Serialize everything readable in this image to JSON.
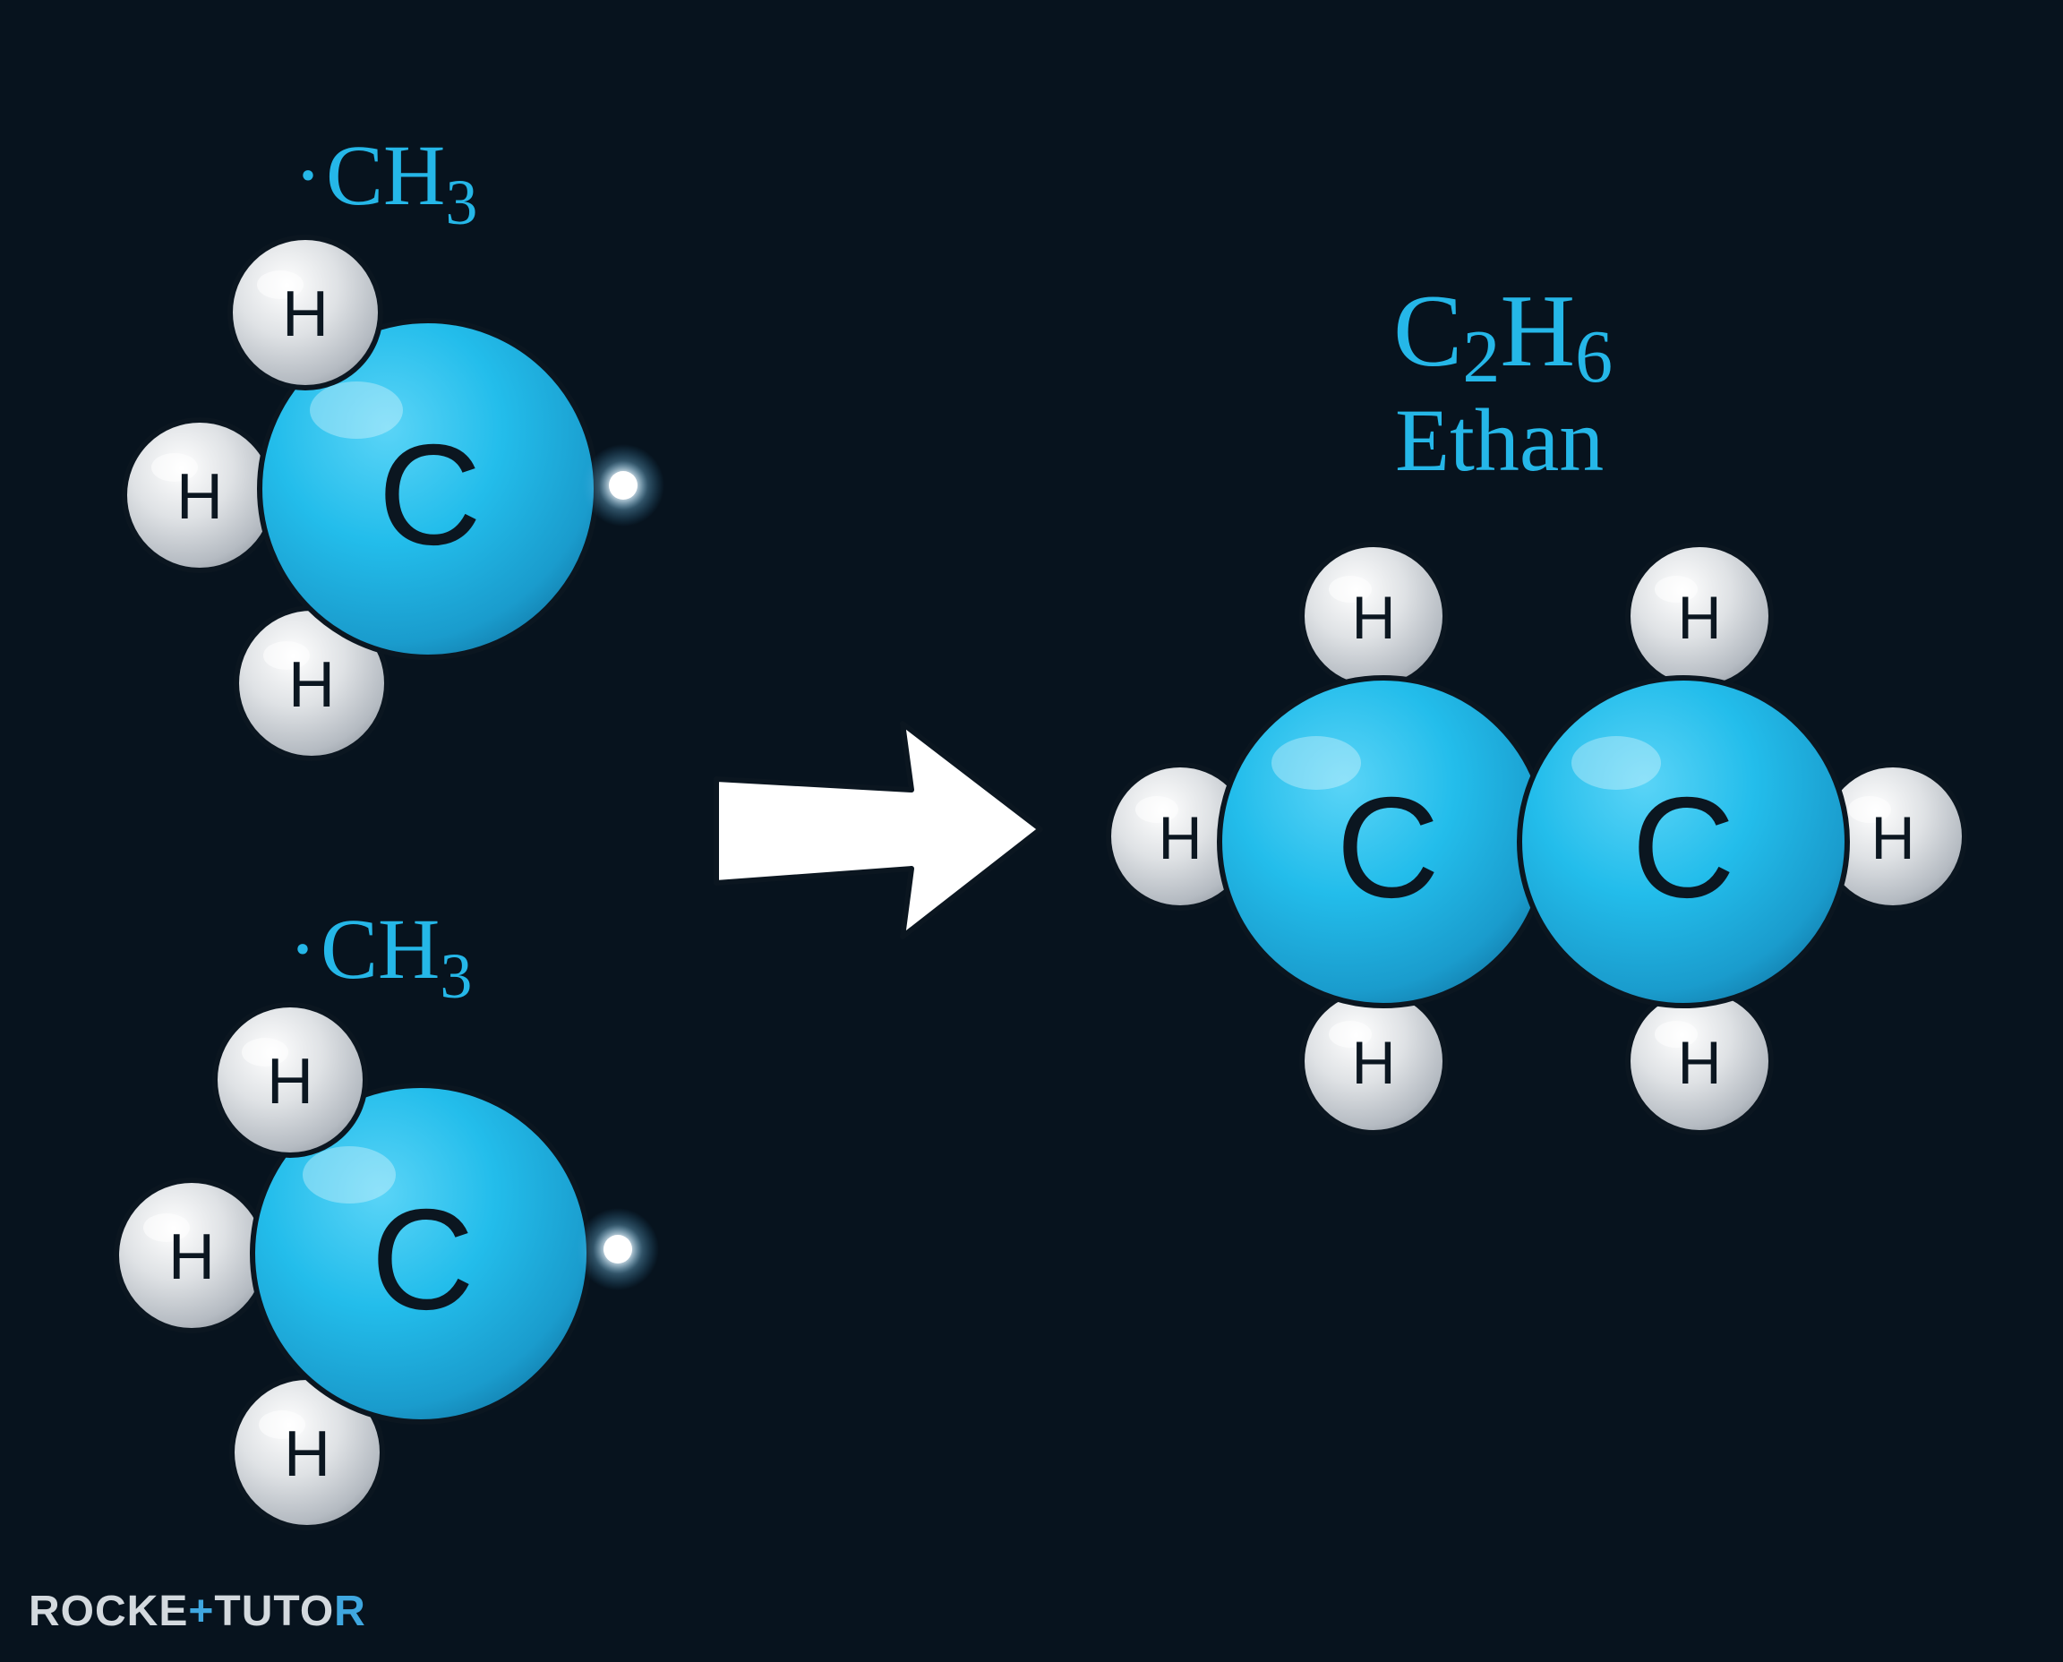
{
  "diagram": {
    "reactant_top": {
      "formula_dot": "·",
      "formula_main": "CH",
      "formula_sub": "3"
    },
    "reactant_bottom": {
      "formula_dot": "·",
      "formula_main": "CH",
      "formula_sub": "3"
    },
    "product": {
      "formula_c": "C",
      "formula_c_sub": "2",
      "formula_h": "H",
      "formula_h_sub": "6",
      "name": "Ethan"
    },
    "atoms": {
      "carbon": "C",
      "hydrogen": "H"
    }
  },
  "logo": {
    "text_a": "ROCKE",
    "text_accent": "+",
    "text_b": "TUTO",
    "text_c": "R"
  },
  "colors": {
    "background": "#07131e",
    "carbon": "#25bdea",
    "hydrogen": "#d7dade",
    "label": "#25b7e8",
    "arrow": "#ffffff"
  }
}
